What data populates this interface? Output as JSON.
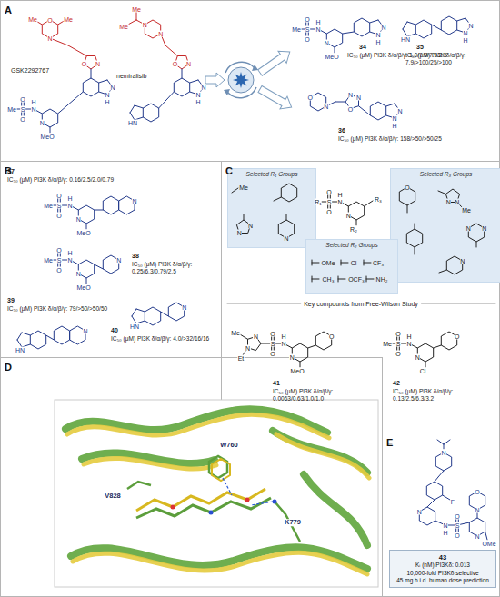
{
  "diagram": {
    "nodes": [
      {
        "text": [
          "A"
        ]
      },
      {
        "text": [
          "B"
        ]
      },
      {
        "text": [
          "C"
        ]
      },
      {
        "text": [
          "Selected R₁ Groups"
        ],
        "in": 2
      },
      {
        "text": [
          "Selected R₃ Groups"
        ],
        "in": 2
      },
      {
        "text": [
          "Selected R₂ Groups"
        ],
        "in": 2
      },
      {
        "text": [
          "D"
        ]
      },
      {
        "text": [
          "E"
        ]
      },
      {
        "text": [
          "43",
          "Kᵢ (nM) PI3Kδ: 0.013",
          "10,000-fold PI3Kδ selective",
          "45 mg b.i.d. human dose prediction"
        ],
        "in": 7
      }
    ],
    "labels": [
      "GSK2292767",
      "Me",
      "N",
      "Me",
      "O",
      "O",
      "N",
      "N",
      "N",
      "H",
      "Me",
      "S",
      "O",
      "O",
      "N",
      "H",
      "N",
      "MeO",
      "nemiralisib",
      "Me",
      "Me",
      "N",
      "N",
      "O",
      "N",
      "N",
      "N",
      "H",
      "HN",
      "34",
      "IC₅₀ (μM) PI3K δ/α/β/γ: 1.0/7.9/7.9/2.5",
      "Me",
      "S",
      "O",
      "O",
      "N",
      "H",
      "N",
      "MeO",
      "N",
      "N",
      "H",
      "35",
      "IC₅₀ (μM) PI3K δ/α/β/γ: 7.9/>100/25/>100",
      "HN",
      "N",
      "N",
      "H",
      "36",
      "IC₅₀ (μM) PI3K δ/α/β/γ: 158/>50/>50/25",
      "O",
      "N",
      "N",
      "N",
      "O",
      "N",
      "N",
      "H",
      "37",
      "IC₅₀ (μM) PI3K δ/α/β/γ: 0.16/2.5/2.0/0.79",
      "Me",
      "S",
      "O",
      "O",
      "N",
      "H",
      "N",
      "MeO",
      "N",
      "38",
      "IC₅₀ (μM) PI3K δ/α/β/γ: 0.25/6.3/0.79/2.5",
      "Me",
      "S",
      "O",
      "O",
      "N",
      "H",
      "N",
      "MeO",
      "N",
      "39",
      "IC₅₀ (μM) PI3K δ/α/β/γ: 79/>50/>50/50",
      "HN",
      "N",
      "40",
      "IC₅₀ (μM) PI3K δ/α/β/γ: 4.0/>32/16/16",
      "HN",
      "N",
      "Me",
      "N",
      "N",
      "N",
      "R₁",
      "S",
      "O",
      "O",
      "N",
      "H",
      "N",
      "R₂",
      "R₃",
      "O",
      "N",
      "N",
      "Me",
      "N",
      "N",
      "N",
      "OMe",
      "Cl",
      "CF₃",
      "CH₃",
      "OCF₃",
      "NH₂",
      "Key compounds from Free-Wilson Study",
      "41",
      "IC₅₀ (μM) PI3K δ/α/β/γ: 0.0063/0.63/1.0/1.0",
      "Me",
      "N",
      "N",
      "Et",
      "S",
      "O",
      "O",
      "N",
      "H",
      "N",
      "MeO",
      "O",
      "42",
      "IC₅₀ (μM) PI3K δ/α/β/γ: 0.13/2.5/6.3/3.2",
      "Me",
      "S",
      "O",
      "O",
      "N",
      "H",
      "N",
      "Cl",
      "O",
      "W760",
      "V828",
      "K779",
      "N",
      "F",
      "N",
      "N",
      "H",
      "S",
      "O",
      "O",
      "N",
      "O",
      "N",
      "OMe"
    ]
  }
}
